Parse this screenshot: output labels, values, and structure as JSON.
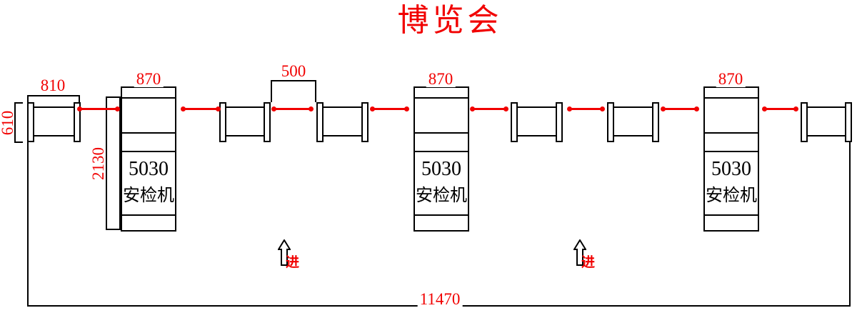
{
  "title": "博览会",
  "colors": {
    "red": "#f10000",
    "black": "#000000"
  },
  "machines": [
    {
      "width_dim": "870",
      "model": "5030",
      "type_label": "安检机"
    },
    {
      "width_dim": "870",
      "model": "5030",
      "type_label": "安检机"
    },
    {
      "width_dim": "870",
      "model": "5030",
      "type_label": "安检机"
    }
  ],
  "dimensions": {
    "barrier_width": "810",
    "barrier_depth": "610",
    "machine_length": "2130",
    "lane_gap": "500",
    "total_width": "11470"
  },
  "entry_arrows": [
    {
      "label": "进"
    },
    {
      "label": "进"
    }
  ]
}
